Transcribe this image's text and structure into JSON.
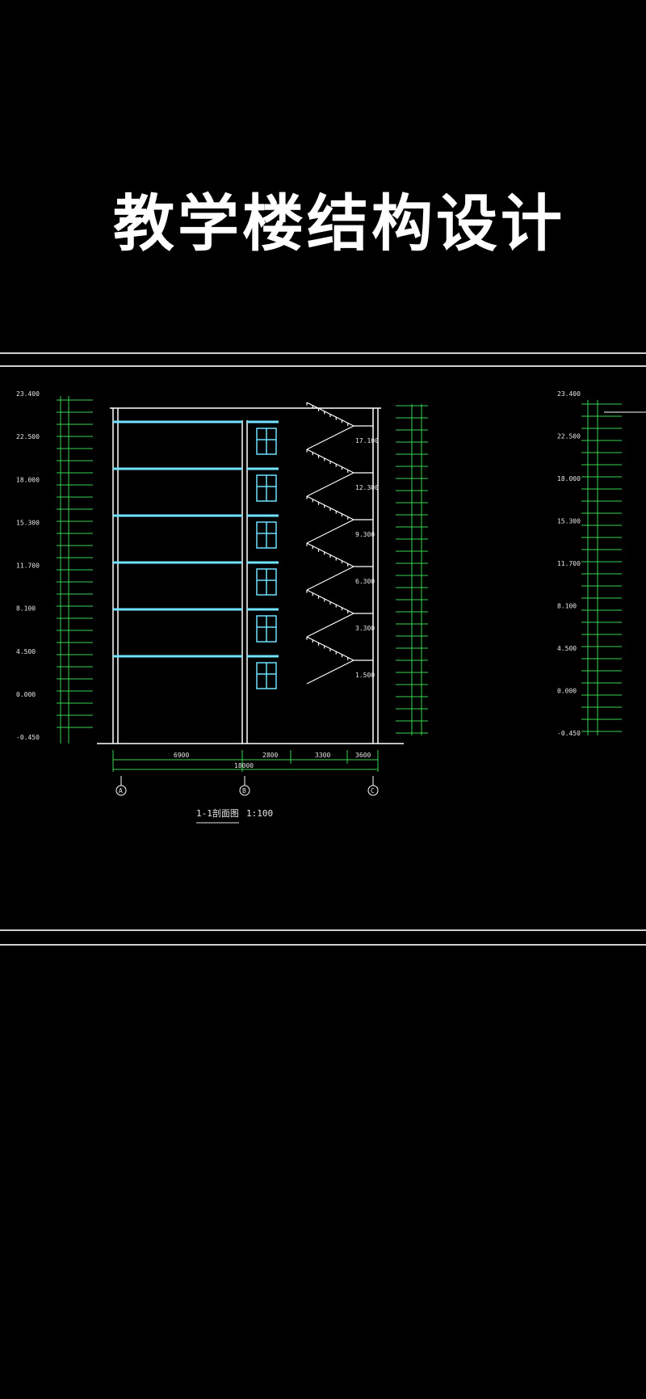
{
  "title": "教学楼结构设计",
  "drawing": {
    "caption": "1-1剖面图",
    "scale": "1:100",
    "axis_labels": [
      "A",
      "B",
      "C"
    ],
    "left_elevations": [
      "23.400",
      "22.500",
      "18.000",
      "15.300",
      "11.700",
      "8.100",
      "4.500",
      "0.000",
      "-0.450"
    ],
    "right_elevations": [
      "23.400",
      "22.500",
      "18.000",
      "15.300",
      "11.700",
      "8.100",
      "4.500",
      "0.000",
      "-0.450"
    ],
    "stair_landings": [
      "17.100",
      "12.300",
      "9.300",
      "6.300",
      "3.300",
      "1.500"
    ],
    "bottom_dims": [
      "6900",
      "2800",
      "3300",
      "3600",
      "18000"
    ],
    "colors": {
      "line": "#ffffff",
      "green": "#39d353",
      "cyan": "#6fe3ff",
      "dim": "#e6e6e6"
    }
  }
}
